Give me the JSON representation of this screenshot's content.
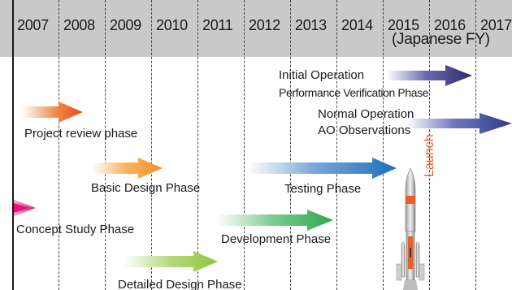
{
  "years": [
    "2007",
    "2008",
    "2009",
    "2010",
    "2011",
    "2012",
    "2013",
    "2014",
    "2015",
    "2016",
    "2017"
  ],
  "fy_note": "(Japanese FY)",
  "phases": {
    "project_review": "Project review phase",
    "basic_design": "Basic Design Phase",
    "concept_study": "Concept Study Phase",
    "detailed_design": "Detailed Design Phase",
    "testing": "Testing Phase",
    "development": "Development Phase",
    "initial_operation_line1": "Initial Operation",
    "initial_operation_line2": "Performance Verification Phase",
    "normal_operation_line1": "Normal Operation",
    "normal_operation_line2": "AO Observations"
  },
  "launch_label": "Launch",
  "colors": {
    "header": "#c9c9ca",
    "project_review": "#e84e1b",
    "basic_design": "#f39325",
    "concept_study": "#e2157a",
    "detailed_design": "#8cc63f",
    "testing": "#1d6fb8",
    "development": "#2fa84f",
    "initial_operation": "#2c2a6b",
    "normal_operation": "#2e3a8c",
    "launch": "#e8602a"
  }
}
